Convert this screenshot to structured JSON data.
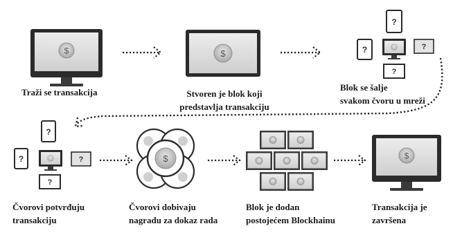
{
  "symbols": {
    "dollar": "$",
    "question": "?"
  },
  "steps": [
    {
      "lines": [
        "Traži se transakcija"
      ]
    },
    {
      "lines": [
        "Stvoren je blok koji",
        "predstavlja transakciju"
      ]
    },
    {
      "lines": [
        "Blok se šalje",
        "svakom čvoru u mreži"
      ]
    },
    {
      "lines": [
        "Čvorovi potvrđuju",
        "transakciju"
      ]
    },
    {
      "lines": [
        "Čvorovi dobivaju",
        "nagradu za dokaz rada"
      ]
    },
    {
      "lines": [
        "Blok je dodan",
        "postojećem Blockhainu"
      ]
    },
    {
      "lines": [
        "Transakcija je",
        "završena"
      ]
    }
  ],
  "colors": {
    "ink": "#1a1a1a",
    "frame": "#2b2b2b",
    "screen": "#d9d9d9",
    "coin": "#bdbdbd",
    "coin_edge": "#8f8f8f",
    "arrow": "#222222"
  }
}
